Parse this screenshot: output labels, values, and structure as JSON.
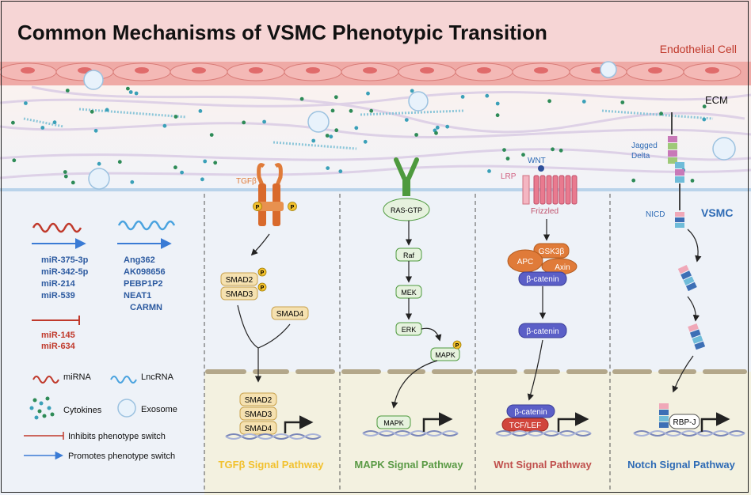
{
  "title": "Common Mechanisms of VSMC Phenotypic Transition",
  "labels": {
    "endothelial": "Endothelial Cell",
    "ecm": "ECM",
    "vsmc": "VSMC",
    "jagged": "Jagged",
    "delta": "Delta",
    "nicd": "NICD"
  },
  "legend": {
    "promote_mirnas": [
      "miR-375-3p",
      "miR-342-5p",
      "miR-214",
      "miR-539"
    ],
    "promote_lncrnas": [
      "Ang362",
      "AK098656",
      "PEBP1P2",
      "NEAT1",
      "CARMN"
    ],
    "inhibit_mirnas": [
      "miR-145",
      "miR-634"
    ],
    "mirna": "miRNA",
    "lncrna": "LncRNA",
    "cytokines": "Cytokines",
    "exosome": "Exosome",
    "inhibits": "Inhibits phenotype switch",
    "promotes": "Promotes  phenotype switch"
  },
  "tgfb": {
    "ligand": "TGFβ",
    "p": "P",
    "smad2": "SMAD2",
    "smad3": "SMAD3",
    "smad4": "SMAD4",
    "title": "TGFβ Signal Pathway"
  },
  "mapk": {
    "ras": "RAS-GTP",
    "raf": "Raf",
    "mek": "MEK",
    "erk": "ERK",
    "mapk": "MAPK",
    "title": "MAPK Signal Pathway"
  },
  "wnt": {
    "wnt": "WNT",
    "lrp": "LRP",
    "frizzled": "Frizzled",
    "gsk3b": "GSK3β",
    "apc": "APC",
    "axin": "Axin",
    "bcatenin": "β-catenin",
    "tcf": "TCF/LEF",
    "title": "Wnt Signal Pathway"
  },
  "notch": {
    "rbpj": "RBP-J",
    "title": "Notch Signal Pathway"
  },
  "colors": {
    "tgfb": "#f2c12e",
    "mapk": "#5a9a45",
    "wnt": "#c0504d",
    "notch": "#2e6bb5",
    "legend_text": "#2c5aa0",
    "inhibit_text": "#c0392b",
    "endothelial_text": "#c0392b"
  }
}
